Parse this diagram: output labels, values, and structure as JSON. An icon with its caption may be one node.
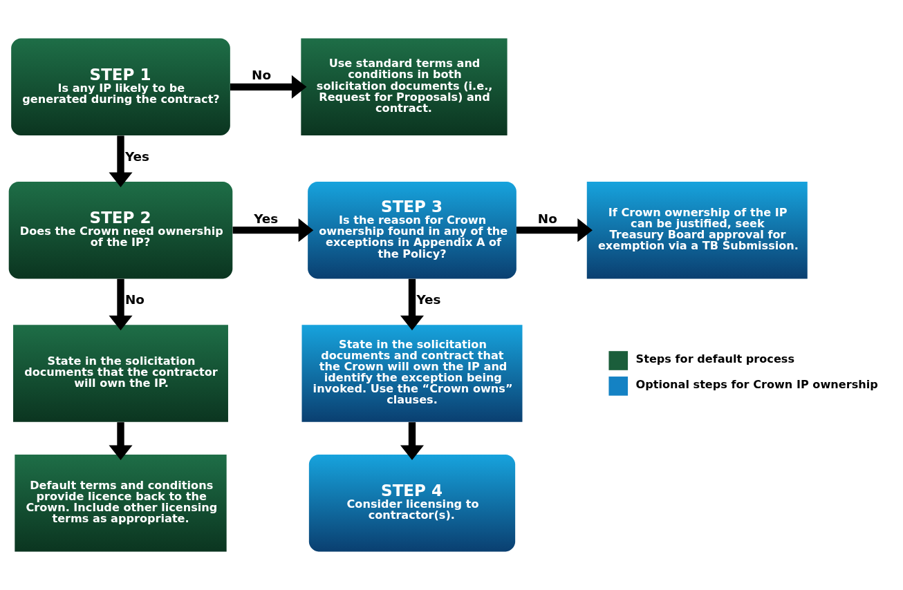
{
  "diagram": {
    "nodes": [
      {
        "text": [
          "STEP 1",
          "Is any IP likely to be generated during the contract?"
        ]
      },
      {
        "text": [
          "Use standard terms and conditions in both solicitation documents (i.e., Request for Proposals) and contract."
        ]
      },
      {
        "text": [
          "STEP 2",
          "Does the Crown need ownership of the IP?"
        ]
      },
      {
        "text": [
          "STEP 3",
          "Is the reason for Crown ownership found in any of the exceptions in Appendix A of the Policy?"
        ]
      },
      {
        "text": [
          "If Crown ownership of the IP can be justified, seek Treasury Board approval for exemption via a TB Submission."
        ]
      },
      {
        "text": [
          "State in the solicitation documents that the contractor will own the IP."
        ]
      },
      {
        "text": [
          "State in the solicitation documents and contract that the Crown will own the IP and identify the exception being invoked. Use the “Crown owns” clauses."
        ]
      },
      {
        "text": [
          "Default terms and conditions provide licence back to the Crown. Include other licensing terms as appropriate."
        ]
      },
      {
        "text": [
          "STEP 4",
          "Consider licensing to contractor(s)."
        ]
      }
    ],
    "edges": [
      {
        "from": 0,
        "to": 1,
        "arrow": "to",
        "label": "No"
      },
      {
        "from": 0,
        "to": 2,
        "arrow": "to",
        "label": "Yes"
      },
      {
        "from": 2,
        "to": 3,
        "arrow": "to",
        "label": "Yes"
      },
      {
        "from": 3,
        "to": 4,
        "arrow": "to",
        "label": "No"
      },
      {
        "from": 2,
        "to": 5,
        "arrow": "to",
        "label": "No"
      },
      {
        "from": 3,
        "to": 6,
        "arrow": "to",
        "label": "Yes"
      },
      {
        "from": 5,
        "to": 7,
        "arrow": "to"
      },
      {
        "from": 6,
        "to": 8,
        "arrow": "to"
      }
    ],
    "legend": [
      {
        "text": "Steps for default process",
        "color": "#1b5e3b"
      },
      {
        "text": "Optional steps for Crown IP ownership",
        "color": "#1482c4"
      }
    ]
  }
}
